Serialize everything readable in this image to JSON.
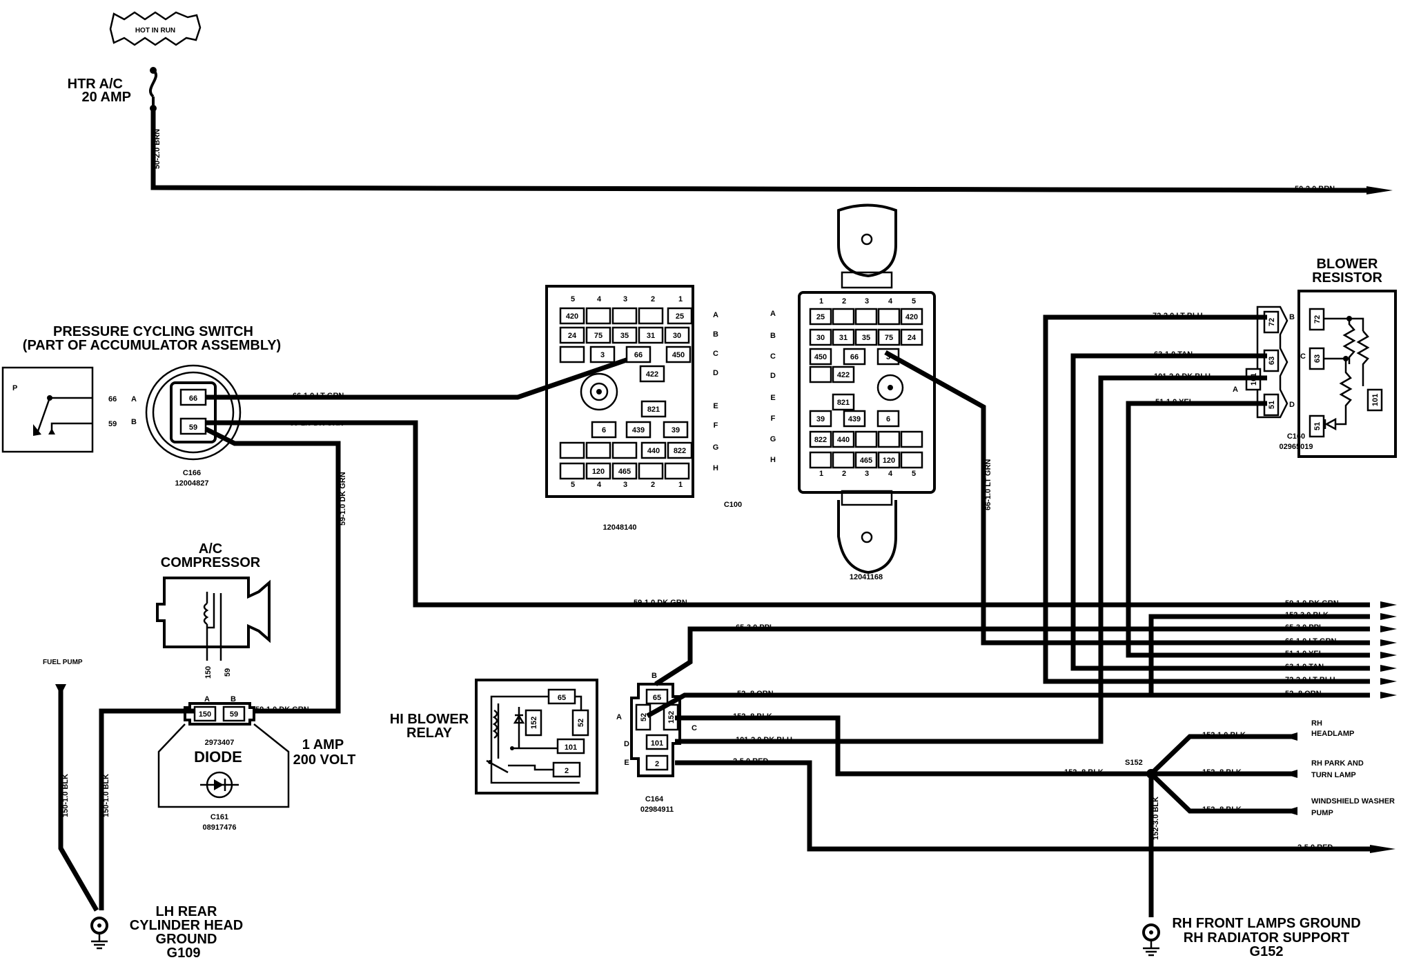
{
  "hot_in_run": "HOT IN RUN",
  "fuse": {
    "line1": "HTR A/C",
    "line2": "20 AMP"
  },
  "pressure_switch": {
    "line1": "PRESSURE CYCLING SWITCH",
    "line2": "(PART OF ACCUMULATOR ASSEMBLY)",
    "p": "P",
    "pin_a": "A",
    "pin_b": "B",
    "wire_66": "66",
    "wire_59": "59",
    "connector": "C166",
    "part": "12004827"
  },
  "compressor": {
    "line1": "A/C",
    "line2": "COMPRESSOR",
    "w150": "150",
    "w59": "59"
  },
  "diode": {
    "pin_a": "A",
    "pin_b": "B",
    "cav1": "150",
    "cav2": "59",
    "part_top": "2973407",
    "label": "DIODE",
    "connector": "C161",
    "part": "08917476",
    "rating1": "1 AMP",
    "rating2": "200 VOLT"
  },
  "fuel_pump": "FUEL PUMP",
  "lh_ground": {
    "line1": "LH REAR",
    "line2": "CYLINDER HEAD",
    "line3": "GROUND",
    "line4": "G109"
  },
  "rh_ground": {
    "line1": "RH FRONT LAMPS GROUND",
    "line2": "RH RADIATOR SUPPORT",
    "line3": "G152"
  },
  "relay": {
    "line1": "HI BLOWER",
    "line2": "RELAY",
    "p65": "65",
    "p152": "152",
    "p52": "52",
    "p101": "101",
    "p2": "2"
  },
  "c164": {
    "connector": "C164",
    "part": "02984911",
    "cells": [
      "65",
      "52",
      "152",
      "101",
      "2"
    ],
    "letters": [
      "B",
      "A",
      "C",
      "D",
      "E"
    ]
  },
  "c100": {
    "label": "C100",
    "part": "12048140",
    "cols": [
      "5",
      "4",
      "3",
      "2",
      "1"
    ],
    "rows": [
      "A",
      "B",
      "C",
      "D",
      "E",
      "F",
      "G",
      "H"
    ],
    "cells": [
      "420",
      "25",
      "24",
      "75",
      "35",
      "31",
      "30",
      "3",
      "66",
      "450",
      "422",
      "821",
      "6",
      "439",
      "39",
      "440",
      "822",
      "120",
      "465"
    ]
  },
  "c12041168": {
    "part": "12041168",
    "cols": [
      "1",
      "2",
      "3",
      "4",
      "5"
    ],
    "rows": [
      "A",
      "B",
      "C",
      "D",
      "E",
      "F",
      "G",
      "H"
    ],
    "cells": [
      "25",
      "420",
      "30",
      "31",
      "35",
      "75",
      "24",
      "450",
      "66",
      "3",
      "422",
      "821",
      "39",
      "439",
      "6",
      "822",
      "440",
      "465",
      "120"
    ]
  },
  "blower_resistor": {
    "line1": "BLOWER",
    "line2": "RESISTOR",
    "connector": "C160",
    "part": "02965019",
    "cavs": [
      "72",
      "63",
      "101",
      "51"
    ],
    "letters": [
      "A",
      "B",
      "C",
      "D"
    ],
    "inner": [
      "72",
      "63",
      "101",
      "51"
    ]
  },
  "splice": "S152",
  "loads": {
    "headlamp1": "RH",
    "headlamp2": "HEADLAMP",
    "park1": "RH PARK AND",
    "park2": "TURN LAMP",
    "washer1": "WINDSHIELD WASHER",
    "washer2": "PUMP"
  },
  "wires": {
    "brn_vert": "50-2.0 BRN",
    "brn_out": "50-2.0 BRN",
    "ltgrn_66": "66-1.0 LT GRN",
    "dkgrn_59": "59-1.0 DK GRN",
    "dkgrn_vert": "59-1.0 DK GRN",
    "dkgrn_diode": "59-1.0 DK GRN",
    "dkgrn_mid": "59-1.0 DK GRN",
    "ltgrn_vert": "66-1.0 LT GRN",
    "ppl_65": "65-3.0 PPL",
    "orn_52": "52-.8 ORN",
    "blk_152": "152-.8 BLK",
    "dkblu_101": "101-2.0 DK BLU",
    "red_2": "2-5.0 RED",
    "blk_152_splice": "152-.8 BLK",
    "blk_152_ground": "152-3.0 BLK",
    "blk_150_a": "150-1.0 BLK",
    "blk_150_b": "150-1.0 BLK",
    "ltblu_72": "72-2.0 LT BLU",
    "tan_63": "63-1.0 TAN",
    "dkblu_101r": "101-2.0 DK BLU",
    "yel_51": "51-1.0 YEL",
    "head_blk": "152-1.0 BLK",
    "park_blk": "152-.8 BLK",
    "washer_blk": "152-.8 BLK",
    "red_out": "2-5.0 RED"
  },
  "right_bundle": [
    "59-1.0 DK GRN",
    "152-3.0 BLK",
    "65-3.0 PPL",
    "66-1.0 LT GRN",
    "51-1.0 YEL",
    "63-1.0 TAN",
    "72-2.0 LT BLU",
    "52-.8 ORN"
  ]
}
